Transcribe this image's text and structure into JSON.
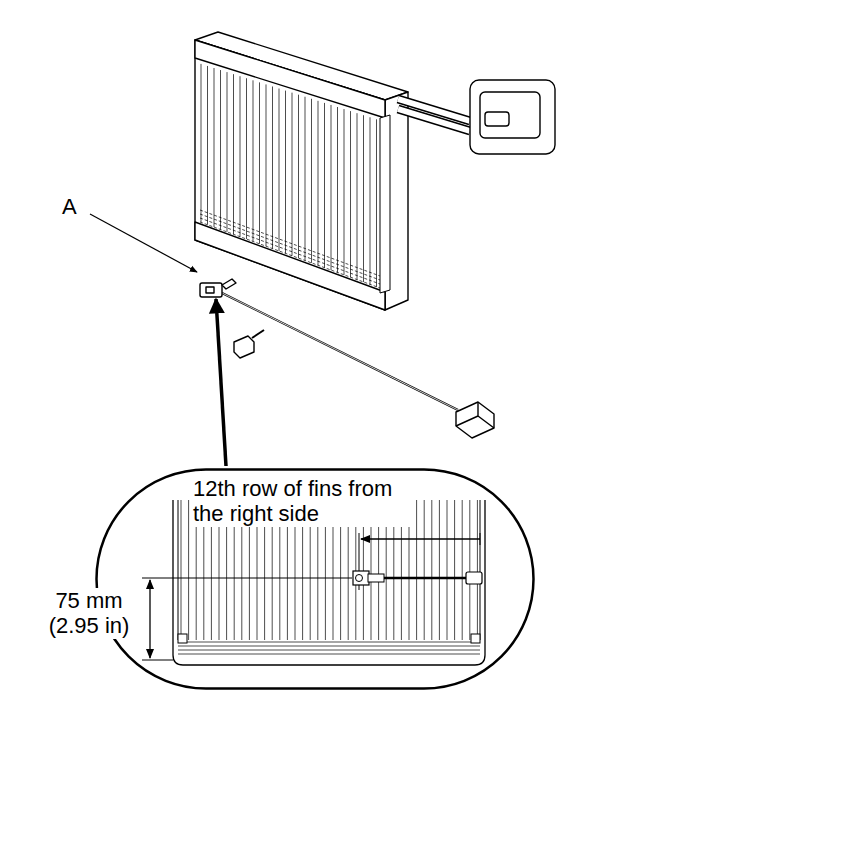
{
  "diagram": {
    "nodes": [
      {
        "text": [
          "12th row of fins from the right side",
          "75 mm (2.95 in)"
        ]
      }
    ],
    "labels": [
      "A"
    ]
  }
}
